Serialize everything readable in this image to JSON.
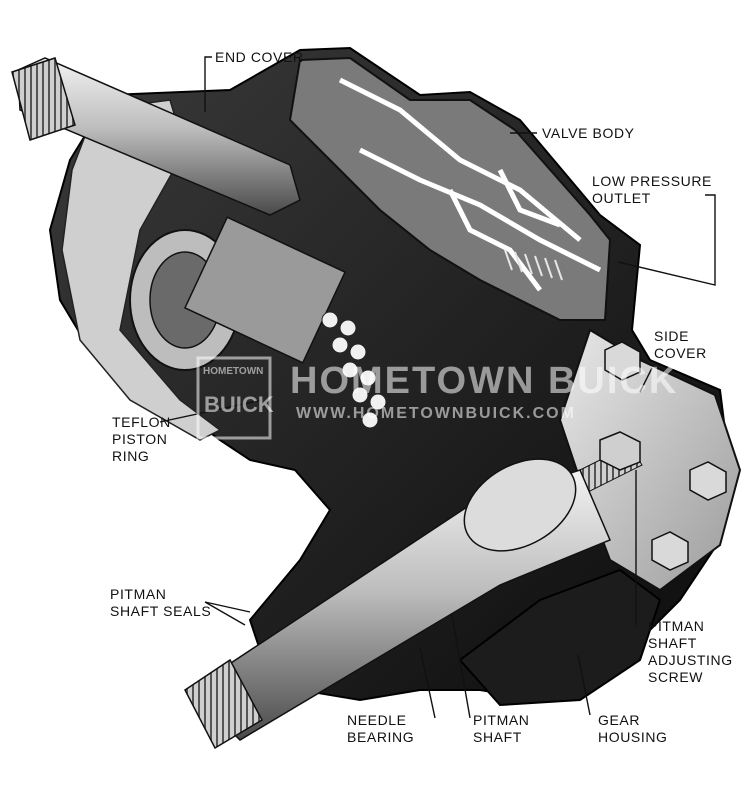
{
  "labels": {
    "end_cover": "END COVER",
    "valve_body": "VALVE BODY",
    "low_pressure_outlet": [
      "LOW PRESSURE",
      "OUTLET"
    ],
    "side_cover": [
      "SIDE",
      "COVER"
    ],
    "teflon_piston_ring": [
      "TEFLON",
      "PISTON",
      "RING"
    ],
    "pitman_shaft_seals": [
      "PITMAN",
      "SHAFT SEALS"
    ],
    "pitman_shaft_adjusting_screw": [
      "PITMAN",
      "SHAFT",
      "ADJUSTING",
      "SCREW"
    ],
    "needle_bearing": [
      "NEEDLE",
      "BEARING"
    ],
    "pitman_shaft": [
      "PITMAN",
      "SHAFT"
    ],
    "gear_housing": [
      "GEAR",
      "HOUSING"
    ]
  },
  "watermark": {
    "logo_top": "HOMETOWN",
    "logo_bottom": "BUICK",
    "title": "HOMETOWN BUICK",
    "url": "WWW.HOMETOWNBUICK.COM"
  },
  "colors": {
    "ink": "#111111",
    "housing_dark": "#1a1a1a",
    "metal_light": "#d8d8d8",
    "metal_mid": "#9a9a9a"
  }
}
